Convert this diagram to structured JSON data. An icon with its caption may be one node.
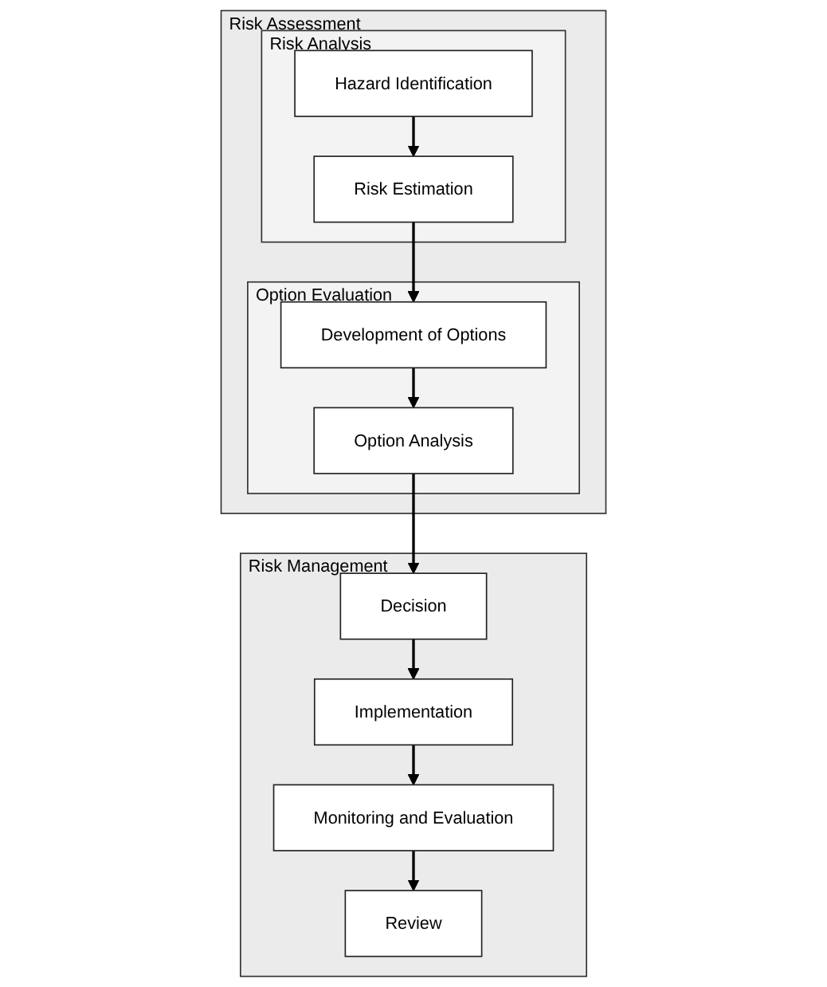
{
  "diagram": {
    "nodes": [
      {
        "text": [
          "Risk Assessment"
        ]
      },
      {
        "text": [
          "Risk Analysis"
        ],
        "in": 0
      },
      {
        "text": [
          "Hazard Identification"
        ],
        "in": 1
      },
      {
        "text": [
          "Risk Estimation"
        ],
        "in": 1
      },
      {
        "text": [
          "Option Evaluation"
        ],
        "in": 0
      },
      {
        "text": [
          "Development of Options"
        ],
        "in": 4
      },
      {
        "text": [
          "Option Analysis"
        ],
        "in": 4
      },
      {
        "text": [
          "Risk Management"
        ]
      },
      {
        "text": [
          "Decision"
        ],
        "in": 7
      },
      {
        "text": [
          "Implementation"
        ],
        "in": 7
      },
      {
        "text": [
          "Monitoring and Evaluation"
        ],
        "in": 7
      },
      {
        "text": [
          "Review"
        ],
        "in": 7
      }
    ],
    "edges": [
      {
        "from": 2,
        "to": 3,
        "arrow": "to"
      },
      {
        "from": 3,
        "to": 5,
        "arrow": "to"
      },
      {
        "from": 5,
        "to": 6,
        "arrow": "to"
      },
      {
        "from": 6,
        "to": 8,
        "arrow": "to"
      },
      {
        "from": 8,
        "to": 9,
        "arrow": "to"
      },
      {
        "from": 9,
        "to": 10,
        "arrow": "to"
      },
      {
        "from": 10,
        "to": 11,
        "arrow": "to"
      }
    ]
  }
}
